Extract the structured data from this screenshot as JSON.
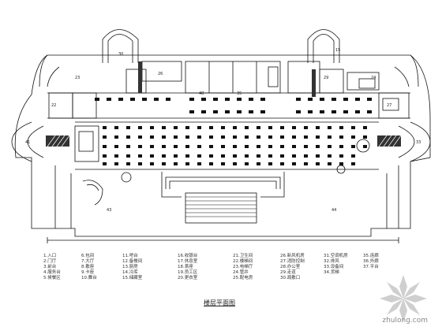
{
  "drawing": {
    "title": "楼层平面图",
    "room_labels": [
      "23",
      "24",
      "15",
      "22",
      "27",
      "33",
      "41",
      "43",
      "44",
      "48",
      "35",
      "29",
      "30",
      "26"
    ]
  },
  "legend": {
    "columns": [
      [
        "1.入口",
        "2.门厅",
        "3.前台",
        "4.服务台",
        "5.候餐区"
      ],
      [
        "6.包间",
        "7.大厅",
        "8.散座",
        "9.卡座",
        "10.舞台"
      ],
      [
        "11.吧台",
        "12.备餐间",
        "13.厨房",
        "14.冷库",
        "15.储藏室"
      ],
      [
        "16.收银台",
        "17.休息室",
        "18.茶座",
        "19.员工区",
        "20.更衣室"
      ],
      [
        "21.卫生间",
        "22.楼梯间",
        "23.电梯厅",
        "24.管井",
        "25.配电房"
      ],
      [
        "26.新风机房",
        "27.消防控制",
        "28.办公室",
        "29.走道",
        "30.疏散口"
      ],
      [
        "31.空调机房",
        "32.排风",
        "33.设备间",
        "34.货梯"
      ],
      [
        "35.连廊",
        "36.外廊",
        "37.平台"
      ]
    ]
  },
  "watermark": {
    "text": "zhulong.com"
  }
}
